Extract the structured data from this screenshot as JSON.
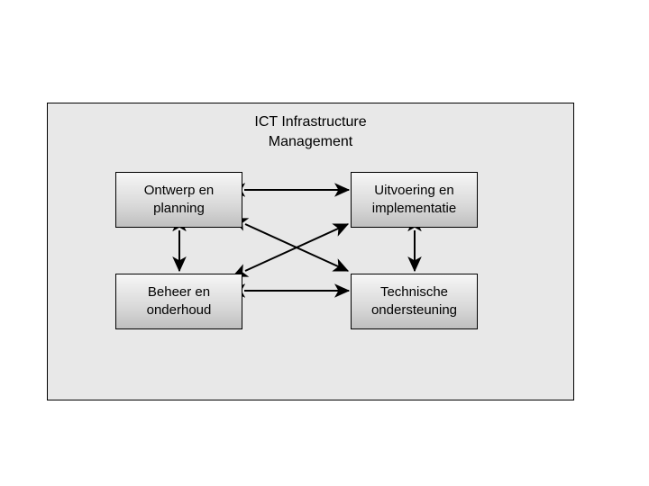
{
  "slide": {
    "background_color": "#ffffff",
    "frame": {
      "background_color": "#e8e8e8",
      "border_color": "#000000"
    }
  },
  "diagram": {
    "title_line_1": "ICT Infrastructure",
    "title_line_2": "Management",
    "title_color": "#000000",
    "box_border_color": "#000000",
    "box_fill_top": "#f7f7f7",
    "box_fill_bottom": "#bfbfbf",
    "arrow_color": "#000000",
    "boxes": [
      {
        "id": "ontwerp-en-planning",
        "line_1": "Ontwerp en",
        "line_2": "planning",
        "position": "top-left"
      },
      {
        "id": "uitvoering-en-implementatie",
        "line_1": "Uitvoering en",
        "line_2": "implementatie",
        "position": "top-right"
      },
      {
        "id": "beheer-en-onderhoud",
        "line_1": "Beheer en",
        "line_2": "onderhoud",
        "position": "bottom-left"
      },
      {
        "id": "technische-ondersteuning",
        "line_1": "Technische",
        "line_2": "ondersteuning",
        "position": "bottom-right"
      }
    ],
    "connectors": [
      {
        "id": "top-horizontal",
        "from": "ontwerp-en-planning",
        "to": "uitvoering-en-implementatie",
        "style": "double-headed",
        "orientation": "horizontal"
      },
      {
        "id": "bottom-horizontal",
        "from": "beheer-en-onderhoud",
        "to": "technische-ondersteuning",
        "style": "double-headed",
        "orientation": "horizontal"
      },
      {
        "id": "left-vertical",
        "from": "ontwerp-en-planning",
        "to": "beheer-en-onderhoud",
        "style": "double-headed",
        "orientation": "vertical"
      },
      {
        "id": "right-vertical",
        "from": "uitvoering-en-implementatie",
        "to": "technische-ondersteuning",
        "style": "double-headed",
        "orientation": "vertical"
      },
      {
        "id": "diagonal-down-right",
        "from": "ontwerp-en-planning",
        "to": "technische-ondersteuning",
        "style": "double-headed",
        "orientation": "diagonal"
      },
      {
        "id": "diagonal-up-right",
        "from": "beheer-en-onderhoud",
        "to": "uitvoering-en-implementatie",
        "style": "double-headed",
        "orientation": "diagonal"
      }
    ]
  }
}
